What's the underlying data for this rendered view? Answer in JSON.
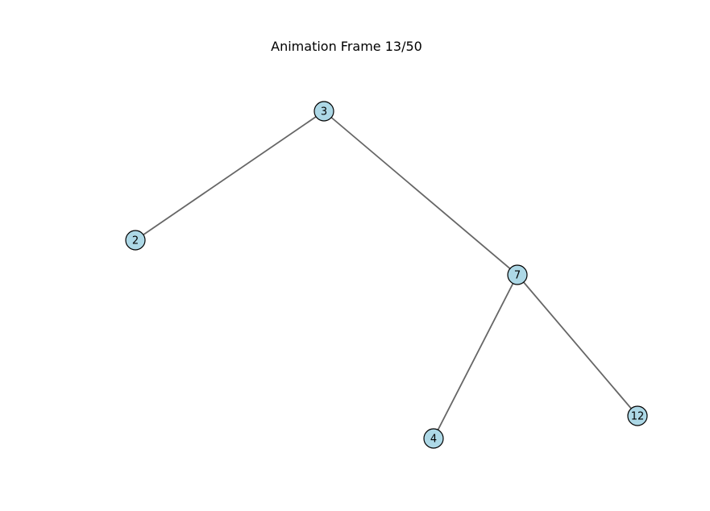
{
  "title": "Animation Frame 13/50",
  "colors": {
    "node_fill": "#add8e6",
    "node_stroke": "#000000",
    "edge": "#666666",
    "background": "#ffffff"
  },
  "graph": {
    "nodes": [
      {
        "id": "3",
        "label": "3"
      },
      {
        "id": "2",
        "label": "2"
      },
      {
        "id": "7",
        "label": "7"
      },
      {
        "id": "4",
        "label": "4"
      },
      {
        "id": "12",
        "label": "12"
      }
    ],
    "edges": [
      {
        "source": "3",
        "target": "2"
      },
      {
        "source": "3",
        "target": "7"
      },
      {
        "source": "7",
        "target": "4"
      },
      {
        "source": "7",
        "target": "12"
      }
    ]
  }
}
